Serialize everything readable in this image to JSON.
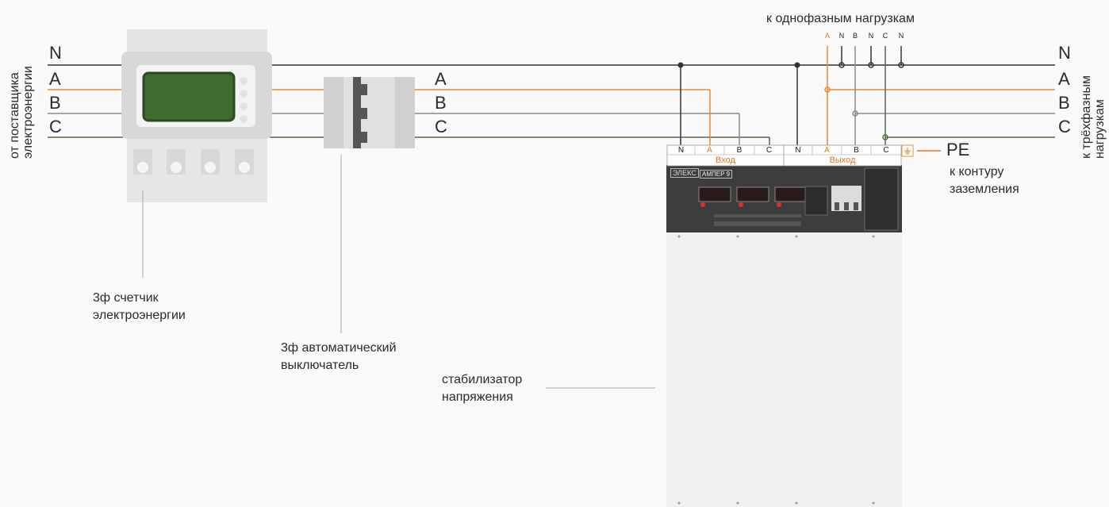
{
  "left_caption": [
    "от поставщика",
    "электроэнергии"
  ],
  "right_caption": [
    "к трёхфазным",
    "нагрузкам"
  ],
  "single_phase_caption": "к однофазным нагрузкам",
  "single_phase_terms": [
    "A",
    "N",
    "B",
    "N",
    "C",
    "N"
  ],
  "line_labels_left": [
    "N",
    "A",
    "B",
    "C"
  ],
  "line_labels_mid": [
    "A",
    "B",
    "C"
  ],
  "line_labels_right": [
    "N",
    "A",
    "B",
    "C"
  ],
  "meter_caption": [
    "3ф счетчик",
    "электроэнергии"
  ],
  "breaker_caption": [
    "3ф автоматический",
    "выключатель"
  ],
  "stabilizer_caption": [
    "стабилизатор",
    "напряжения"
  ],
  "terminals": [
    "N",
    "A",
    "B",
    "C",
    "N",
    "A",
    "B",
    "C"
  ],
  "input_group": "Вход",
  "output_group": "Выход",
  "pe_label": "PE",
  "ground_caption": [
    "к контуру",
    "заземления"
  ],
  "panel_logo": "ЭЛЕКС",
  "panel_model": "АМПЕР",
  "panel_model_badge": "9",
  "colors": {
    "N": "#333333",
    "A": "#e8893a",
    "B": "#8a8a8a",
    "C": "#556b4a",
    "accent": "#e07a20"
  }
}
